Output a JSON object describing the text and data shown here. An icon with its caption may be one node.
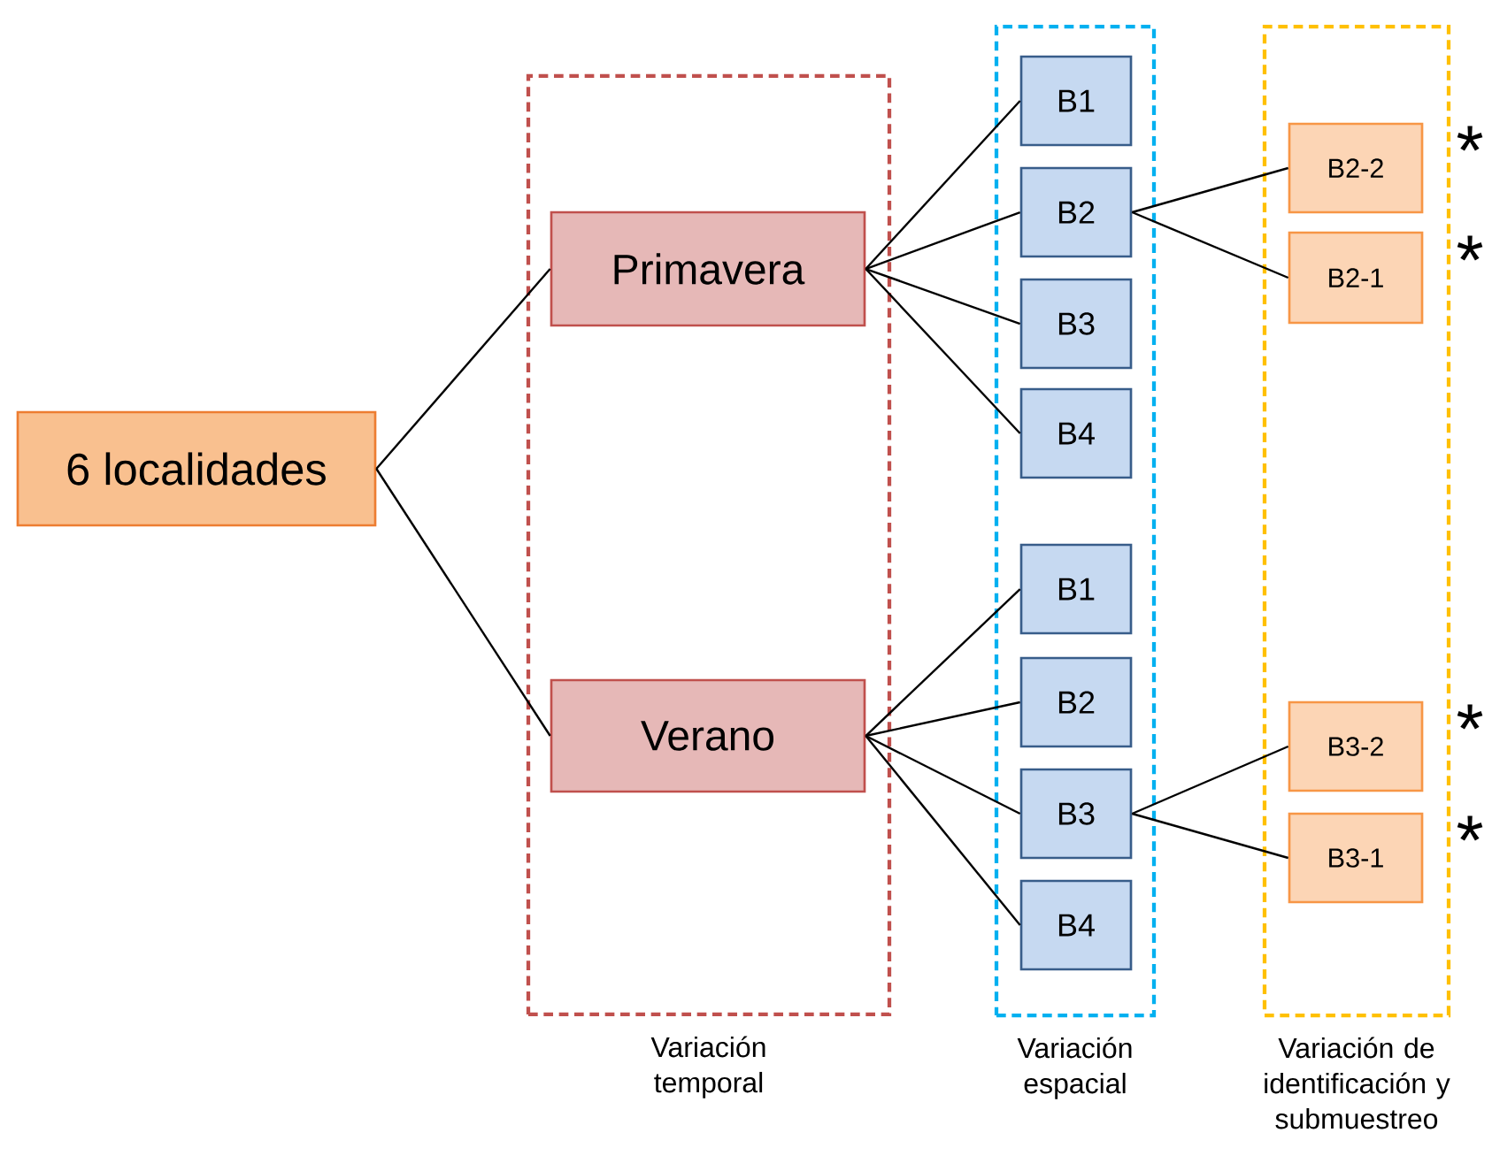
{
  "diagram": {
    "nodes": [
      {
        "text": [
          "6 localidades"
        ]
      },
      {
        "text": [
          "Variación temporal"
        ]
      },
      {
        "text": [
          "Primavera"
        ],
        "in": 1
      },
      {
        "text": [
          "Verano"
        ],
        "in": 1
      },
      {
        "text": [
          "Variación espacial"
        ]
      },
      {
        "text": [
          "B1"
        ],
        "in": 4
      },
      {
        "text": [
          "B2"
        ],
        "in": 4
      },
      {
        "text": [
          "B3"
        ],
        "in": 4
      },
      {
        "text": [
          "B4"
        ],
        "in": 4
      },
      {
        "text": [
          "B1"
        ],
        "in": 4
      },
      {
        "text": [
          "B2"
        ],
        "in": 4
      },
      {
        "text": [
          "B3"
        ],
        "in": 4
      },
      {
        "text": [
          "B4"
        ],
        "in": 4
      },
      {
        "text": [
          "Variación de identificación y submuestreo"
        ]
      },
      {
        "text": [
          "B2-2"
        ],
        "in": 13,
        "beside": [
          "*"
        ]
      },
      {
        "text": [
          "B2-1"
        ],
        "in": 13,
        "beside": [
          "*"
        ]
      },
      {
        "text": [
          "B3-2"
        ],
        "in": 13,
        "beside": [
          "*"
        ]
      },
      {
        "text": [
          "B3-1"
        ],
        "in": 13,
        "beside": [
          "*"
        ]
      }
    ],
    "edges": [
      {
        "from": 0,
        "to": 2,
        "arrow": "none"
      },
      {
        "from": 0,
        "to": 3,
        "arrow": "none"
      },
      {
        "from": 2,
        "to": 5,
        "arrow": "none"
      },
      {
        "from": 2,
        "to": 6,
        "arrow": "none"
      },
      {
        "from": 2,
        "to": 7,
        "arrow": "none"
      },
      {
        "from": 2,
        "to": 8,
        "arrow": "none"
      },
      {
        "from": 3,
        "to": 9,
        "arrow": "none"
      },
      {
        "from": 3,
        "to": 10,
        "arrow": "none"
      },
      {
        "from": 3,
        "to": 11,
        "arrow": "none"
      },
      {
        "from": 3,
        "to": 12,
        "arrow": "none"
      },
      {
        "from": 6,
        "to": 14,
        "arrow": "none"
      },
      {
        "from": 6,
        "to": 15,
        "arrow": "none"
      },
      {
        "from": 11,
        "to": 16,
        "arrow": "none"
      },
      {
        "from": 11,
        "to": 17,
        "arrow": "none"
      }
    ]
  }
}
